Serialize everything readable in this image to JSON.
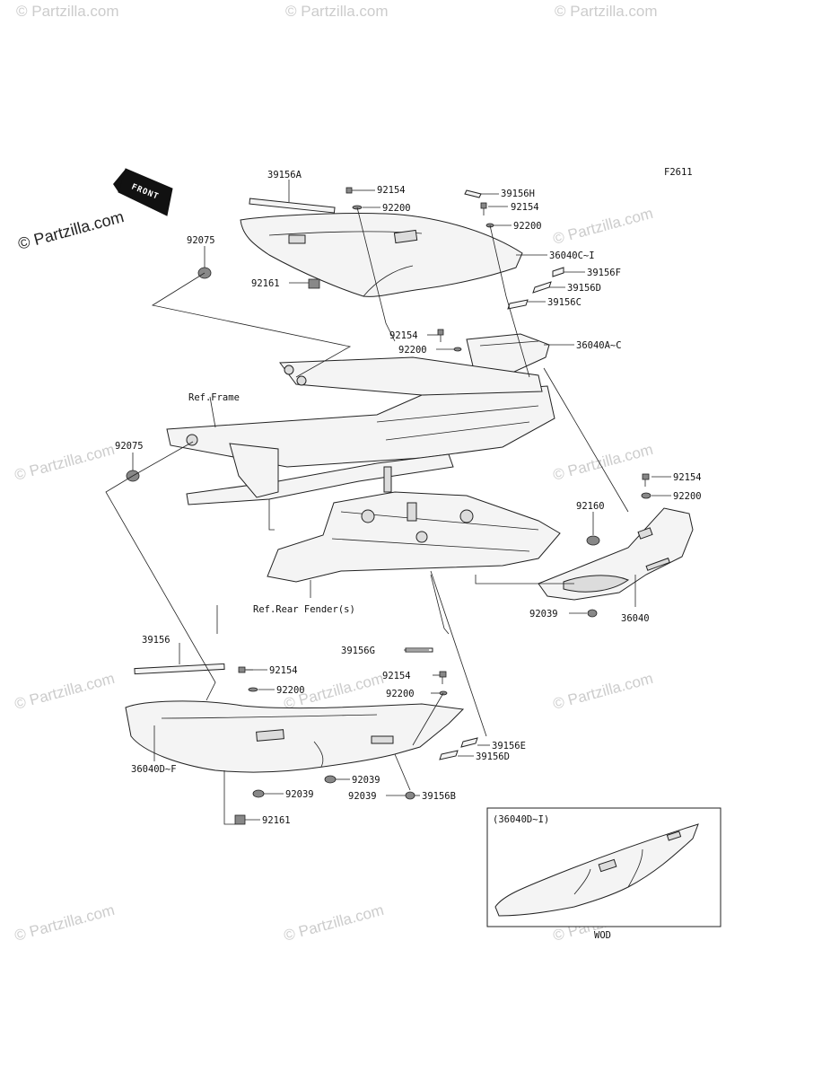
{
  "watermark": "© Partzilla.com",
  "watermark_dark": "© Partzilla.com",
  "figure_code": "F2611",
  "front_label": "FRONT",
  "ref_labels": {
    "frame": "Ref.Frame",
    "rear_fender": "Ref.Rear Fender(s)"
  },
  "callouts": [
    {
      "id": "c1",
      "text": "39156A"
    },
    {
      "id": "c2",
      "text": "92154"
    },
    {
      "id": "c3",
      "text": "92200"
    },
    {
      "id": "c4",
      "text": "39156H"
    },
    {
      "id": "c5",
      "text": "92154"
    },
    {
      "id": "c6",
      "text": "92200"
    },
    {
      "id": "c7",
      "text": "36040C~I"
    },
    {
      "id": "c8",
      "text": "39156F"
    },
    {
      "id": "c9",
      "text": "39156D"
    },
    {
      "id": "c10",
      "text": "39156C"
    },
    {
      "id": "c11",
      "text": "92075"
    },
    {
      "id": "c12",
      "text": "92161"
    },
    {
      "id": "c13",
      "text": "92154"
    },
    {
      "id": "c14",
      "text": "92200"
    },
    {
      "id": "c15",
      "text": "36040A~C"
    },
    {
      "id": "c16",
      "text": "92075"
    },
    {
      "id": "c17",
      "text": "92154"
    },
    {
      "id": "c18",
      "text": "92200"
    },
    {
      "id": "c19",
      "text": "92160"
    },
    {
      "id": "c20",
      "text": "92039"
    },
    {
      "id": "c21",
      "text": "36040"
    },
    {
      "id": "c22",
      "text": "39156"
    },
    {
      "id": "c23",
      "text": "92154"
    },
    {
      "id": "c24",
      "text": "92200"
    },
    {
      "id": "c25",
      "text": "39156G"
    },
    {
      "id": "c26",
      "text": "92154"
    },
    {
      "id": "c27",
      "text": "92200"
    },
    {
      "id": "c28",
      "text": "39156E"
    },
    {
      "id": "c29",
      "text": "39156D"
    },
    {
      "id": "c30",
      "text": "92039"
    },
    {
      "id": "c31",
      "text": "92039"
    },
    {
      "id": "c32",
      "text": "92039"
    },
    {
      "id": "c33",
      "text": "39156B"
    },
    {
      "id": "c34",
      "text": "36040D~F"
    },
    {
      "id": "c35",
      "text": "92161"
    }
  ],
  "inset": {
    "label": "(36040D~I)",
    "caption": "WOD"
  }
}
